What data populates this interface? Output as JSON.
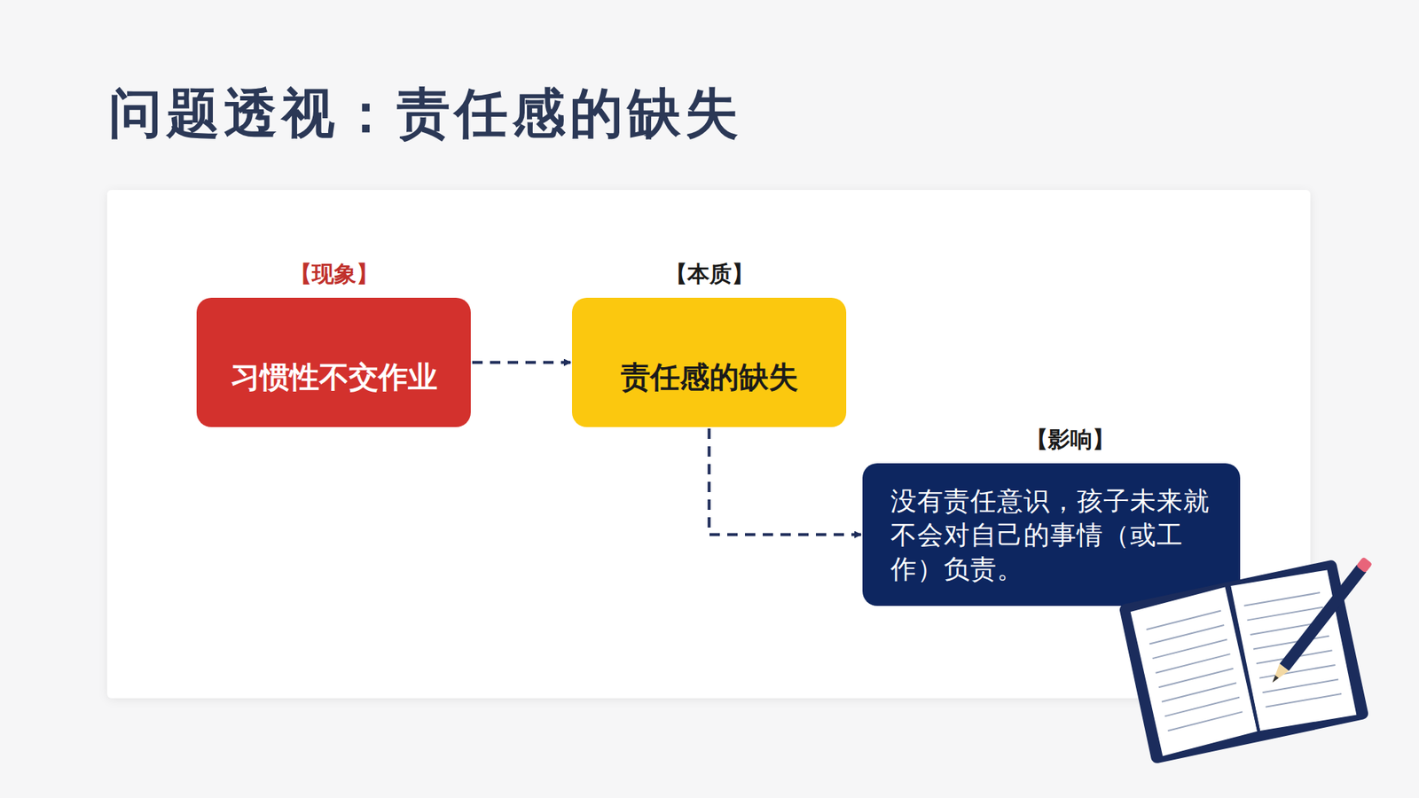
{
  "diagram": {
    "title": "问题透视：责任感的缺失",
    "nodes": [
      {
        "text": [
          "【现象】",
          "习惯性不交作业"
        ]
      },
      {
        "text": [
          "【本质】",
          "责任感的缺失"
        ]
      },
      {
        "text": [
          "【影响】",
          "没有责任意识，孩子未来就 不会对自己的事情（或工 作）负责。"
        ]
      }
    ],
    "edges": [
      {
        "from": 0,
        "to": 1,
        "arrow": "to"
      },
      {
        "from": 1,
        "to": 2,
        "arrow": "to"
      }
    ]
  }
}
